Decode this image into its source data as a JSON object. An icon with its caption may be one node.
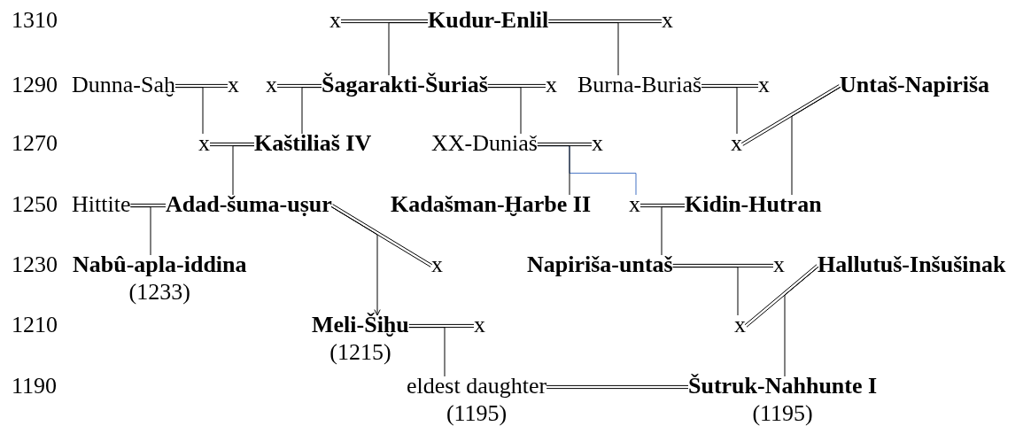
{
  "diagram": {
    "nodes": [
      {
        "text": [
          "x"
        ]
      },
      {
        "text": [
          "Kudur-Enlil"
        ]
      },
      {
        "text": [
          "x"
        ]
      },
      {
        "text": [
          "Dunna-Saḫ"
        ]
      },
      {
        "text": [
          "x"
        ]
      },
      {
        "text": [
          "x"
        ]
      },
      {
        "text": [
          "Šagarakti-Šuriaš"
        ]
      },
      {
        "text": [
          "x"
        ]
      },
      {
        "text": [
          "Burna-Buriaš"
        ]
      },
      {
        "text": [
          "x"
        ]
      },
      {
        "text": [
          "Untaš-Napiriša"
        ]
      },
      {
        "text": [
          "x"
        ]
      },
      {
        "text": [
          "Kaštiliaš IV"
        ]
      },
      {
        "text": [
          "XX-Duniaš"
        ]
      },
      {
        "text": [
          "x"
        ]
      },
      {
        "text": [
          "x"
        ]
      },
      {
        "text": [
          "Hittite"
        ]
      },
      {
        "text": [
          "Adad-šuma-uṣur"
        ]
      },
      {
        "text": [
          "Kadašman-Ḫarbe II"
        ]
      },
      {
        "text": [
          "x"
        ]
      },
      {
        "text": [
          "Kidin-Hutran"
        ]
      },
      {
        "text": [
          "Nabû-apla-iddina"
        ],
        "beside": [
          "(1233)"
        ]
      },
      {
        "text": [
          "x"
        ]
      },
      {
        "text": [
          "Napiriša-untaš"
        ]
      },
      {
        "text": [
          "x"
        ]
      },
      {
        "text": [
          "Hallutuš-Inšušinak"
        ]
      },
      {
        "text": [
          "Meli-Šiḫu"
        ],
        "beside": [
          "(1215)"
        ]
      },
      {
        "text": [
          "x"
        ]
      },
      {
        "text": [
          "x"
        ]
      },
      {
        "text": [
          "eldest daughter"
        ],
        "beside": [
          "(1195)"
        ]
      },
      {
        "text": [
          "Šutruk-Nahhunte I"
        ],
        "beside": [
          "(1195)"
        ]
      }
    ],
    "edges": [
      {
        "from": 0,
        "to": 1,
        "arrow": "none"
      },
      {
        "from": 1,
        "to": 2,
        "arrow": "none"
      },
      {
        "from": 3,
        "to": 4,
        "arrow": "none"
      },
      {
        "from": 5,
        "to": 6,
        "arrow": "none"
      },
      {
        "from": 6,
        "to": 7,
        "arrow": "none"
      },
      {
        "from": 8,
        "to": 9,
        "arrow": "none"
      },
      {
        "from": 15,
        "to": 10,
        "arrow": "none"
      },
      {
        "from": 11,
        "to": 12,
        "arrow": "none"
      },
      {
        "from": 13,
        "to": 14,
        "arrow": "none"
      },
      {
        "from": 16,
        "to": 17,
        "arrow": "none"
      },
      {
        "from": 19,
        "to": 20,
        "arrow": "none"
      },
      {
        "from": 17,
        "to": 22,
        "arrow": "none"
      },
      {
        "from": 23,
        "to": 24,
        "arrow": "none"
      },
      {
        "from": 28,
        "to": 25,
        "arrow": "none"
      },
      {
        "from": 26,
        "to": 27,
        "arrow": "none"
      },
      {
        "from": 29,
        "to": 30,
        "arrow": "none"
      },
      {
        "from": 1,
        "to": 6,
        "arrow": "none"
      },
      {
        "from": 1,
        "to": 8,
        "arrow": "none"
      },
      {
        "from": 3,
        "to": 11,
        "arrow": "none"
      },
      {
        "from": 6,
        "to": 12,
        "arrow": "none"
      },
      {
        "from": 6,
        "to": 13,
        "arrow": "none"
      },
      {
        "from": 8,
        "to": 15,
        "arrow": "none"
      },
      {
        "from": 12,
        "to": 17,
        "arrow": "none"
      },
      {
        "from": 13,
        "to": 18,
        "arrow": "none"
      },
      {
        "from": 13,
        "to": 19,
        "arrow": "none",
        "color": "#4472c4"
      },
      {
        "from": 10,
        "to": 20,
        "arrow": "none"
      },
      {
        "from": 20,
        "to": 23,
        "arrow": "none"
      },
      {
        "from": 16,
        "to": 21,
        "arrow": "none"
      },
      {
        "from": 17,
        "to": 26,
        "arrow": "to"
      },
      {
        "from": 23,
        "to": 28,
        "arrow": "none"
      },
      {
        "from": 26,
        "to": 29,
        "arrow": "none"
      },
      {
        "from": 25,
        "to": 30,
        "arrow": "none"
      }
    ],
    "labels": [
      "1310",
      "1290",
      "1270",
      "1250",
      "1230",
      "1210",
      "1190"
    ]
  }
}
